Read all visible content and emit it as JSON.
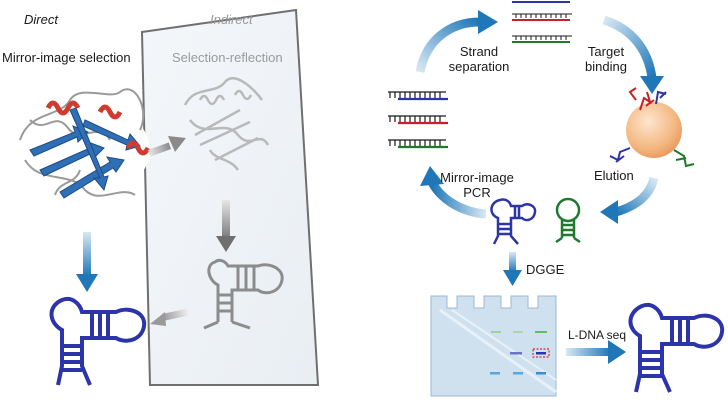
{
  "left_panel": {
    "direct_label": "Direct",
    "indirect_label": "Indirect",
    "mirror_selection_label": "Mirror-image selection",
    "selection_reflection_label": "Selection-reflection"
  },
  "right_panel": {
    "strand_separation_line1": "Strand",
    "strand_separation_line2": "separation",
    "target_binding_line1": "Target",
    "target_binding_line2": "binding",
    "elution_label": "Elution",
    "mirror_pcr_line1": "Mirror-image",
    "mirror_pcr_line2": "PCR",
    "dgge_label": "DGGE",
    "ldna_seq_label": "L-DNA seq"
  },
  "colors": {
    "aptamer_blue": "#2b34a8",
    "aptamer_green": "#1f7a2e",
    "aptamer_grey": "#8c8c8c",
    "strand_blue": "#2b34a8",
    "strand_red": "#c8202a",
    "strand_green": "#1f7a2e",
    "arrow_blue": "#1f77b8",
    "helix_red": "#d03a2f",
    "sheet_blue": "#2f6fb5",
    "gel_blue": "#cfe0ef",
    "bead_orange": "#f0b27a"
  }
}
